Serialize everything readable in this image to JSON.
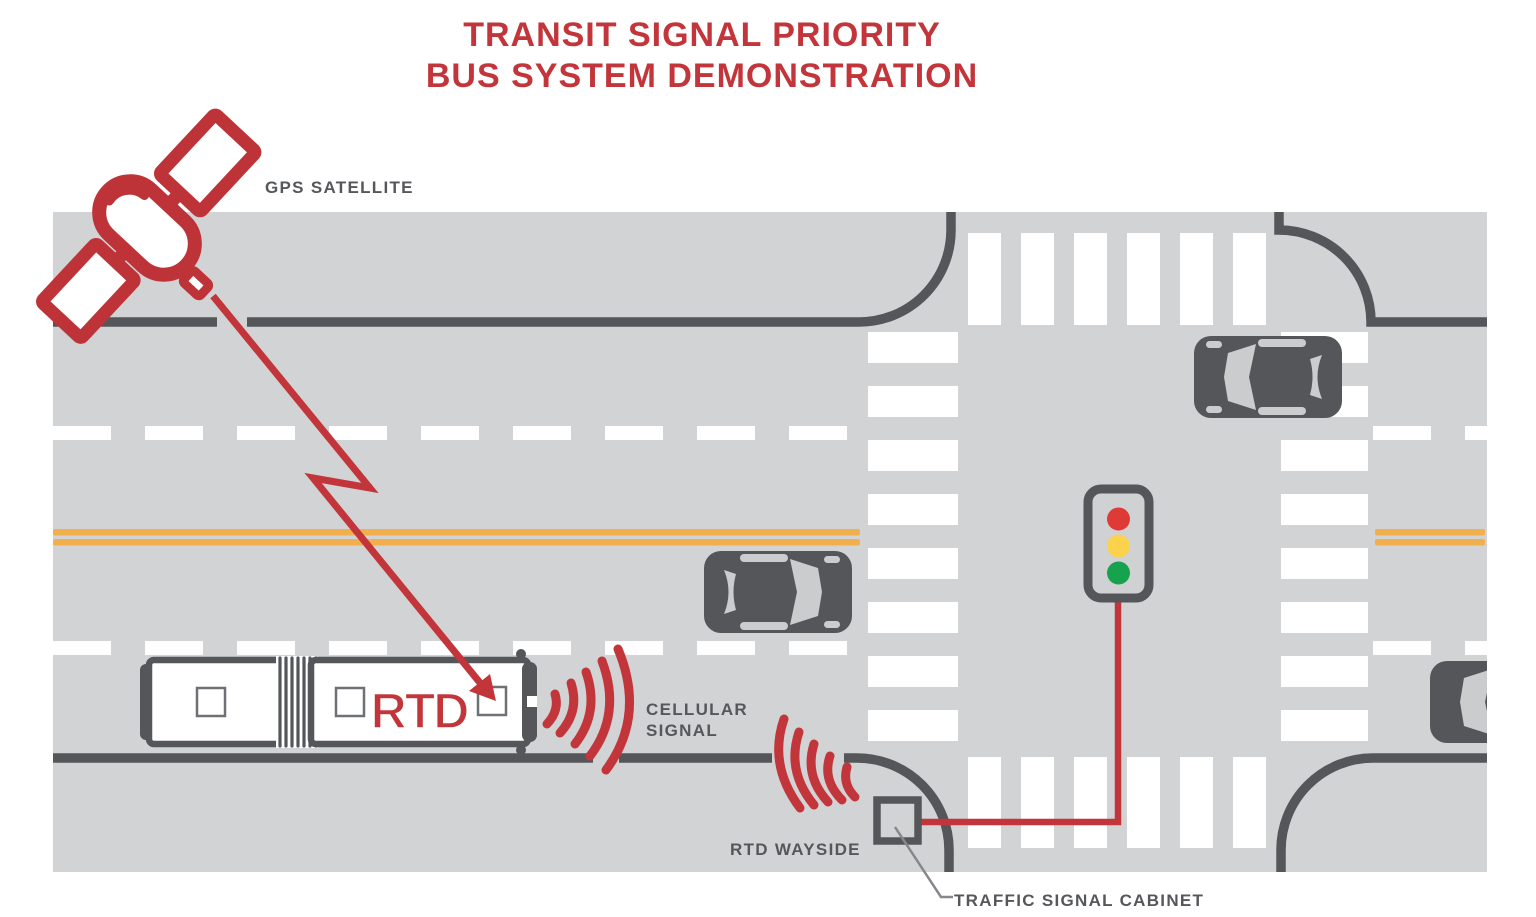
{
  "title": {
    "line1": "TRANSIT SIGNAL PRIORITY",
    "line2": "BUS SYSTEM DEMONSTRATION"
  },
  "labels": {
    "gps_satellite": "GPS SATELLITE",
    "cellular_signal": {
      "line1": "CELLULAR",
      "line2": "SIGNAL"
    },
    "rtd_wayside": "RTD WAYSIDE",
    "traffic_signal_cabinet": "TRAFFIC SIGNAL CABINET"
  },
  "bus": {
    "logo_text": "RTD"
  },
  "traffic_light": {
    "lights": [
      "red",
      "yellow",
      "green"
    ]
  },
  "colors": {
    "accent_red": "#C2363B",
    "road_gray": "#D2D3D5",
    "dark_gray": "#54565A",
    "label_gray": "#55575A",
    "lane_yellow": "#F2AF4D",
    "signal_red": "#E03A36",
    "signal_yellow": "#FAD24B",
    "signal_green": "#17A24E"
  }
}
